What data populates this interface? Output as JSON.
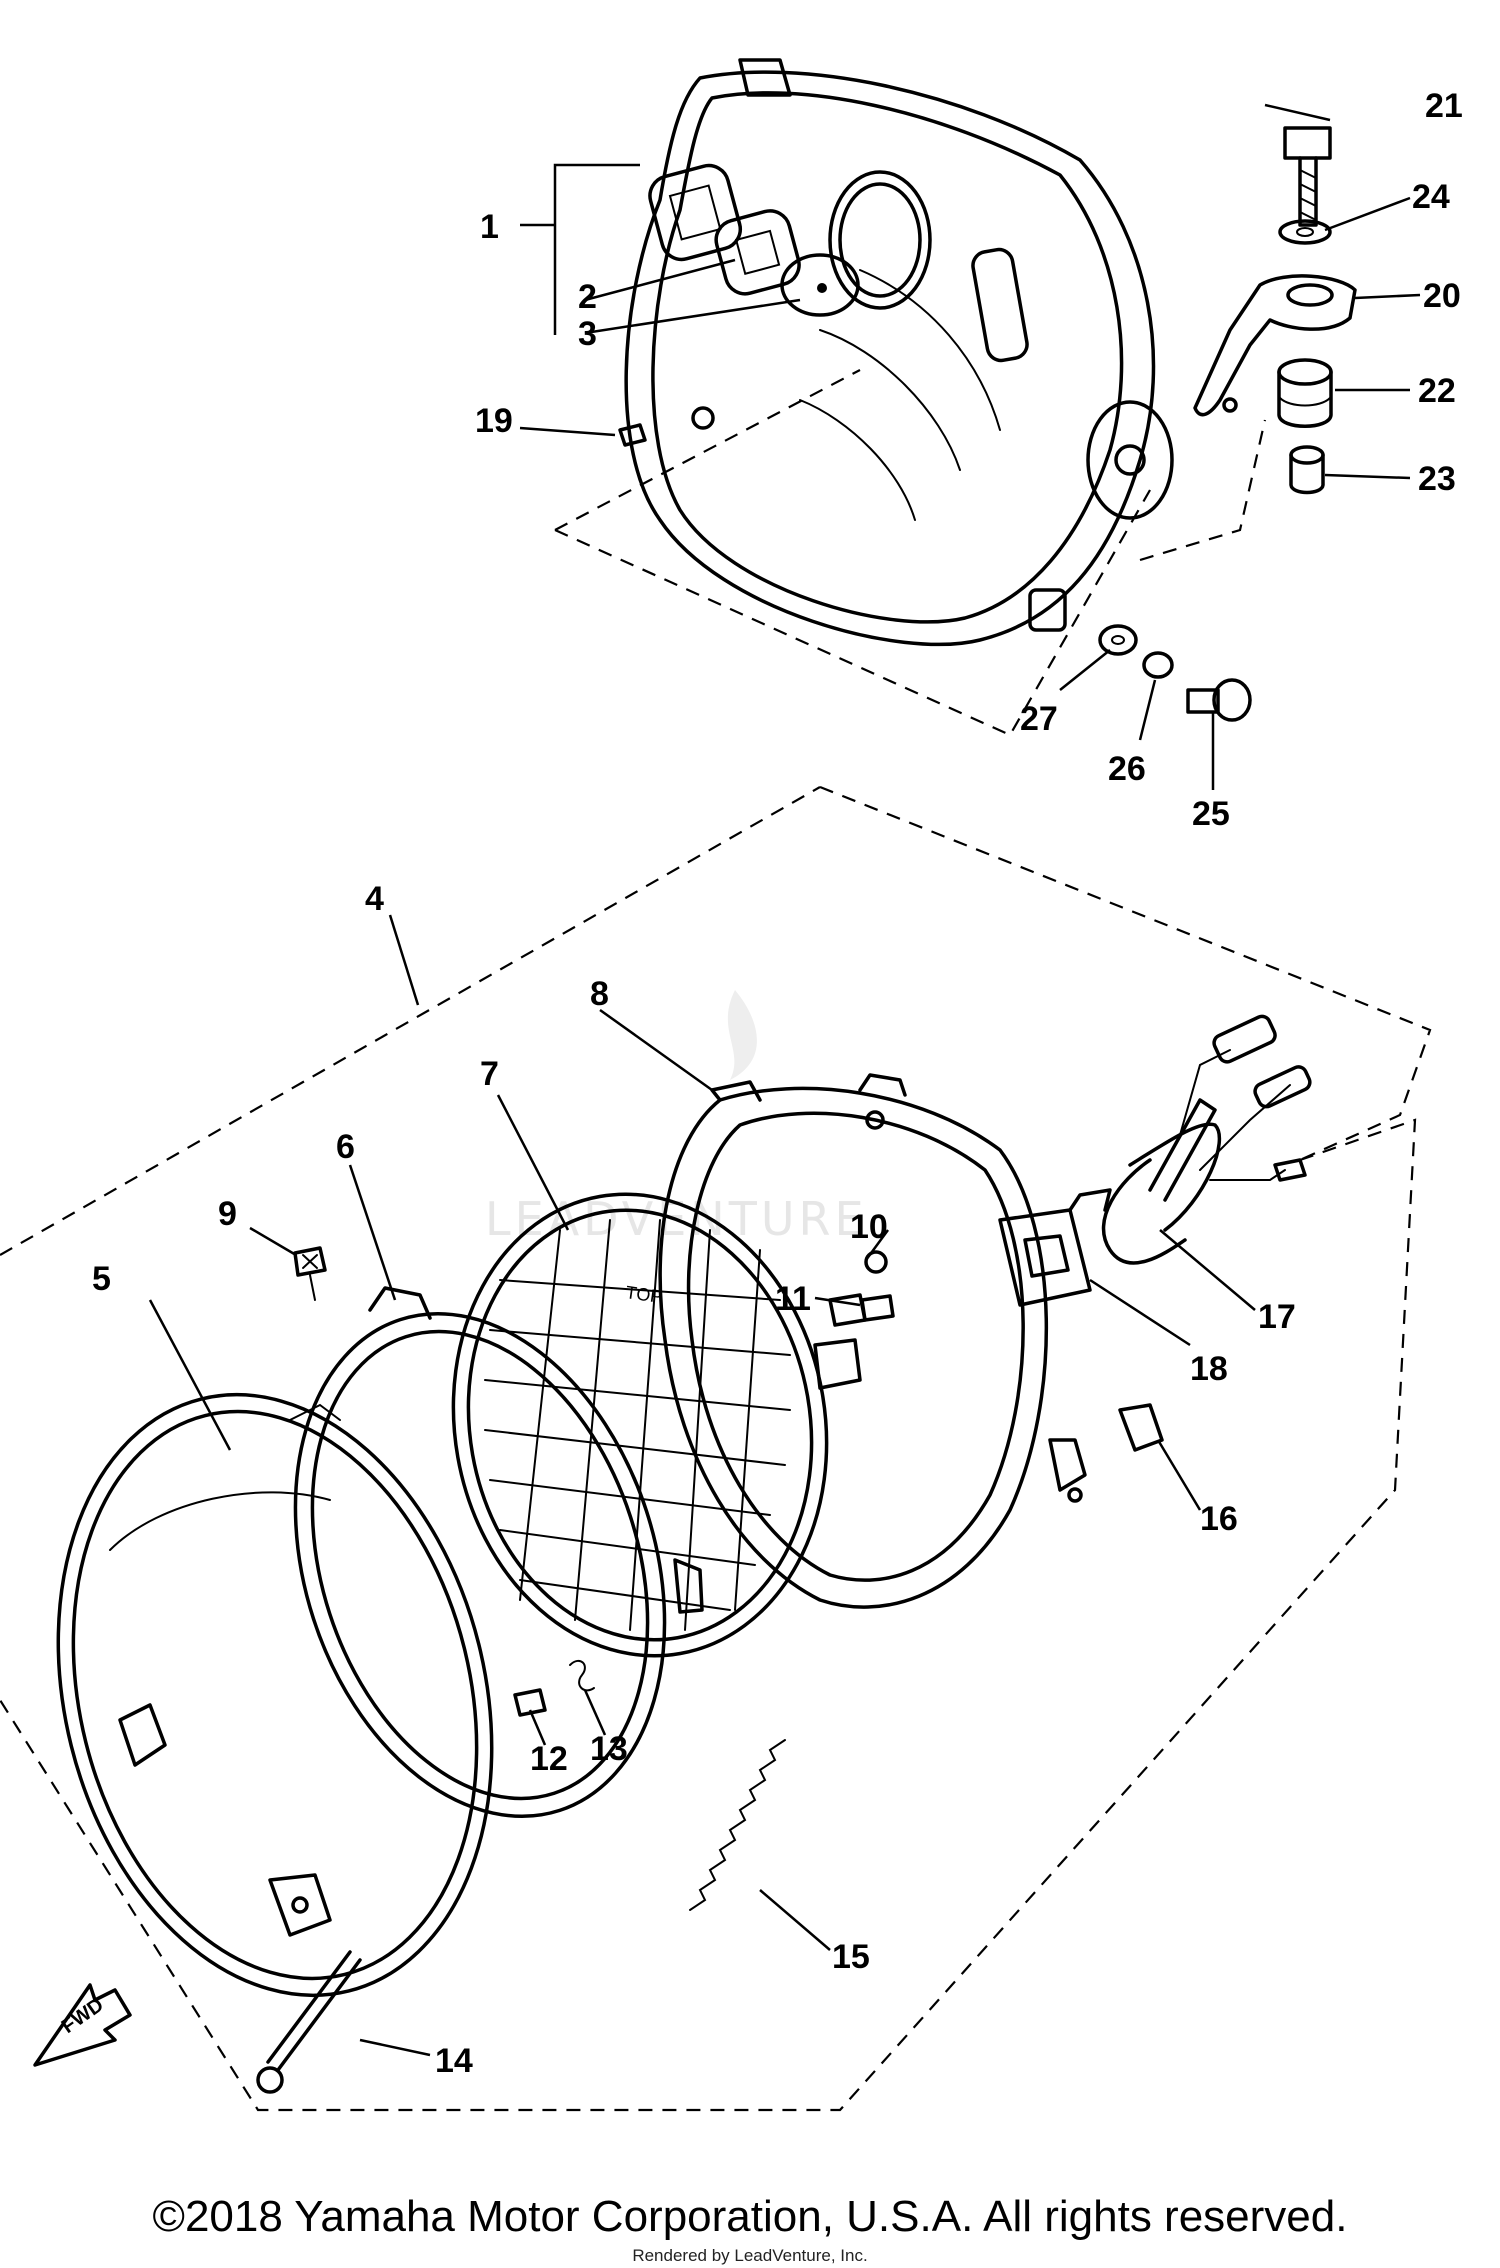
{
  "diagram": {
    "callouts": [
      "1",
      "2",
      "3",
      "4",
      "5",
      "6",
      "7",
      "8",
      "9",
      "10",
      "11",
      "12",
      "13",
      "14",
      "15",
      "16",
      "17",
      "18",
      "19",
      "20",
      "21",
      "22",
      "23",
      "24",
      "25",
      "26",
      "27"
    ],
    "fwd_label": "FWD",
    "lens_text": "TOP",
    "watermark": "LEADVENTURE"
  },
  "footer": {
    "copyright": "©2018 Yamaha Motor Corporation, U.S.A. All rights reserved.",
    "rendered_by": "Rendered by LeadVenture, Inc."
  }
}
